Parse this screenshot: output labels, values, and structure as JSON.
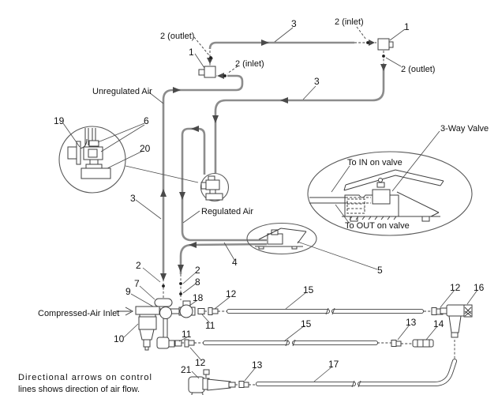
{
  "colors": {
    "line": "#3f3f3f",
    "hose_gray": "#8c8c8c",
    "text": "#111111",
    "background": "#ffffff"
  },
  "annotations": {
    "flow": {
      "unregulated": "Unregulated Air",
      "regulated": "Regulated Air",
      "compressed_air_inlet": "Compressed-Air Inlet",
      "three_way_valve": "3-Way Valve",
      "to_in_on_valve": "To IN on valve",
      "to_out_on_valve": "To OUT on valve"
    },
    "ports": {
      "outlet_top_left": "2 (outlet)",
      "inlet_top_left": "2 (inlet)",
      "inlet_top_right": "2 (inlet)",
      "outlet_top_right": "2 (outlet)"
    },
    "part_numbers": {
      "p1_left": "1",
      "p1_right": "1",
      "p2_left_drop": "2",
      "p2_right_drop": "2",
      "p3_top": "3",
      "p3_right": "3",
      "p3_left": "3",
      "p4": "4",
      "p5": "5",
      "p6": "6",
      "p7": "7",
      "p8": "8",
      "p9": "9",
      "p10": "10",
      "p11_top": "11",
      "p11_bottom": "11",
      "p12_top": "12",
      "p12_bottom": "12",
      "p12_gun": "12",
      "p13_mid": "13",
      "p13_bottom": "13",
      "p14": "14",
      "p15_top": "15",
      "p15_mid": "15",
      "p16": "16",
      "p17": "17",
      "p18": "18",
      "p19": "19",
      "p20": "20",
      "p21": "21"
    }
  },
  "note": {
    "line1": "Directional arrows on control",
    "line2": "lines shows direction of air flow."
  }
}
